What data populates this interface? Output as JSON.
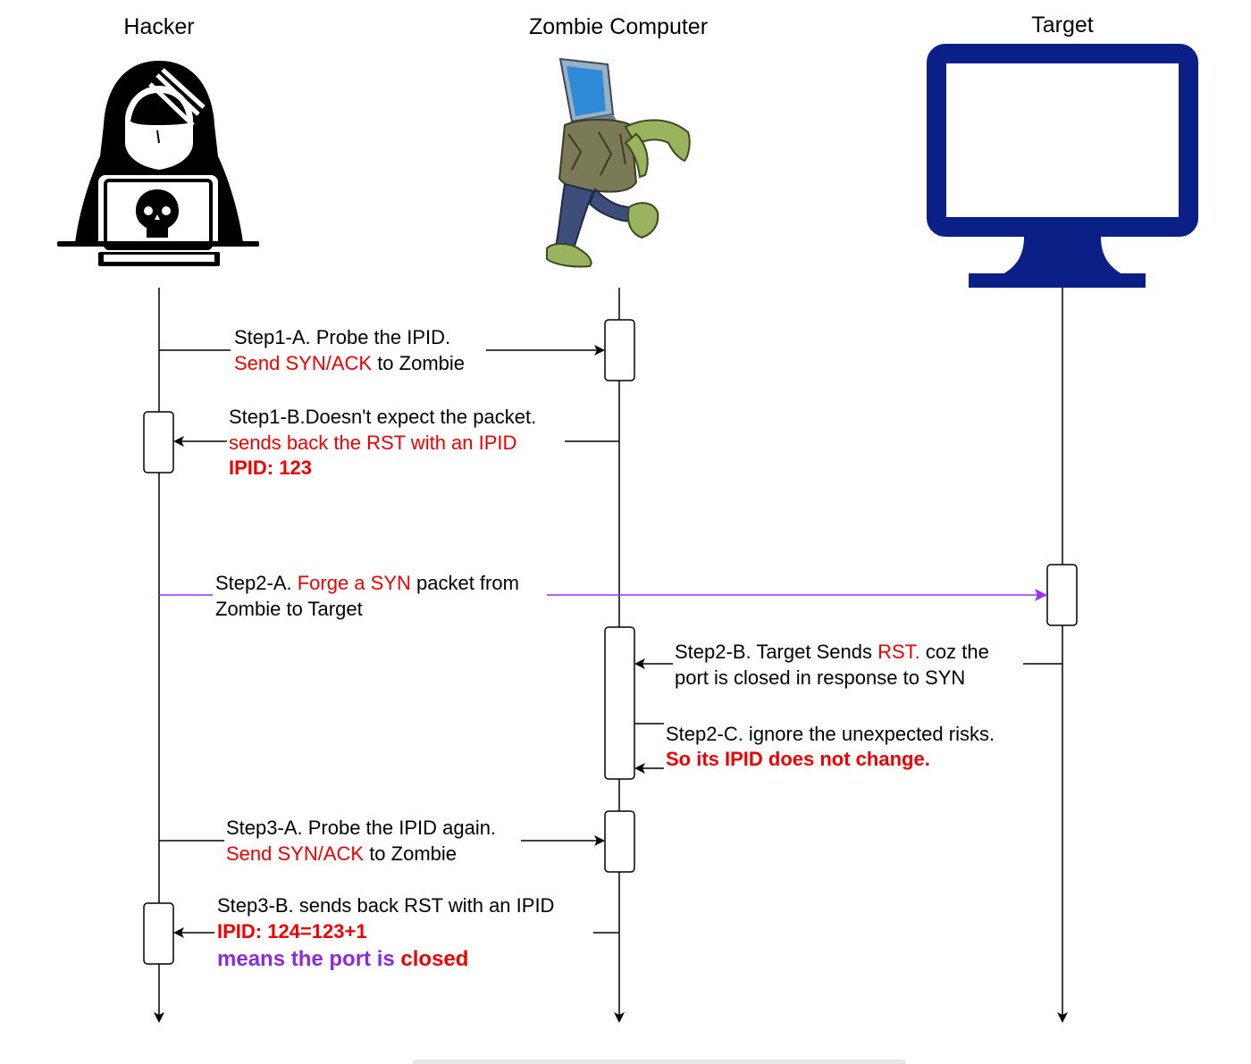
{
  "actors": {
    "hacker": "Hacker",
    "zombie": "Zombie Computer",
    "target": "Target"
  },
  "steps": {
    "s1a": {
      "line1": "Step1-A. Probe the IPID.",
      "line2_red": "Send SYN/ACK",
      "line2_rest": " to Zombie"
    },
    "s1b": {
      "line1": "Step1-B.Doesn't expect the packet.",
      "line2_red": "sends back the RST with an IPID",
      "line3_red": "IPID: 123"
    },
    "s2a": {
      "line1_prefix": "Step2-A. ",
      "line1_red": "Forge a SYN",
      "line1_rest": " packet from",
      "line2": "Zombie to Target"
    },
    "s2b": {
      "line1_prefix": "Step2-B. Target Sends ",
      "line1_red": "RST.",
      "line1_rest": " coz the",
      "line2": "port is closed in response to SYN"
    },
    "s2c": {
      "line1": "Step2-C. ignore the unexpected risks.",
      "line2_red": "So its IPID does not change."
    },
    "s3a": {
      "line1": "Step3-A. Probe the IPID again.",
      "line2_red": "Send SYN/ACK",
      "line2_rest": " to Zombie"
    },
    "s3b": {
      "line1": "Step3-B. sends back RST with an IPID",
      "line2_red": "IPID: 124=123+1",
      "line3_purple": "means the port is ",
      "line3_red": "closed"
    }
  },
  "colors": {
    "text_red": "#f00000",
    "text_purple": "#8a2be2",
    "forge_arrow": "#9b30ff",
    "monitor_blue": "#0a2086",
    "line": "#000000"
  }
}
